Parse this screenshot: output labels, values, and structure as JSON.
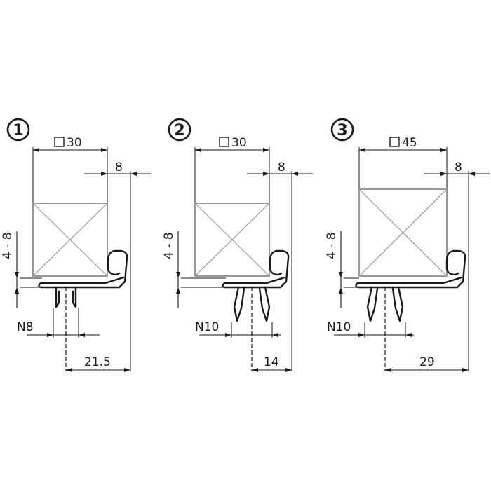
{
  "variants": [
    {
      "number": "1",
      "section_label": "30",
      "gap_label": "8",
      "range_label": "4 - 8",
      "thread_label": "N8",
      "width_label": "21.5"
    },
    {
      "number": "2",
      "section_label": "30",
      "gap_label": "8",
      "range_label": "4 - 8",
      "thread_label": "N10",
      "width_label": "14"
    },
    {
      "number": "3",
      "section_label": "45",
      "gap_label": "8",
      "range_label": "4 - 8",
      "thread_label": "N10",
      "width_label": "29"
    }
  ],
  "symbols": {
    "square_section_icon": "square-section-icon"
  }
}
